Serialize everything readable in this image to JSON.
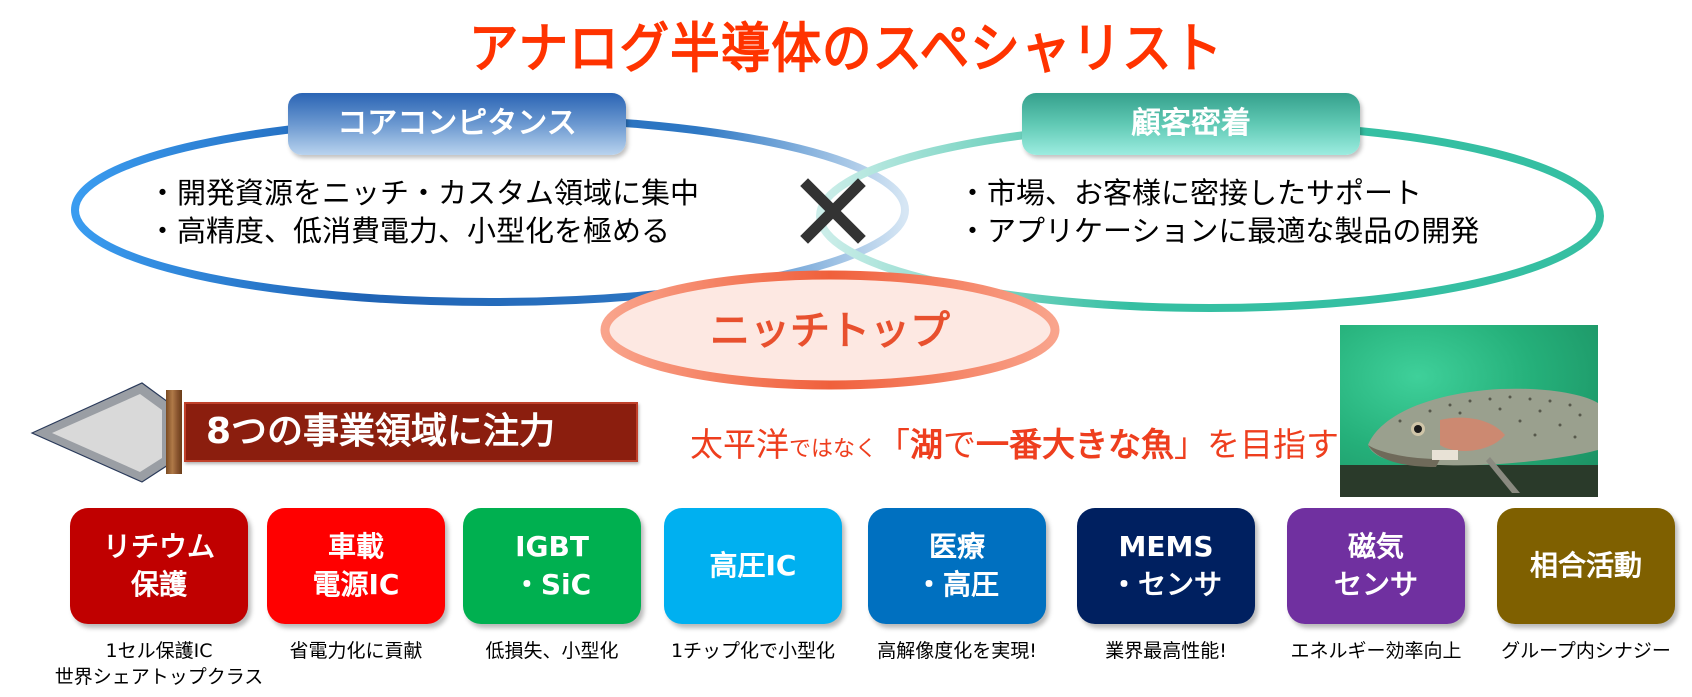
{
  "title": "アナログ半導体のスペシャリスト",
  "core_competence": {
    "label": "コアコンピタンス",
    "bullets": [
      "・開発資源をニッチ・カスタム領域に集中",
      "・高精度、低消費電力、小型化を極める"
    ],
    "color": "#1f63b5"
  },
  "customer_focus": {
    "label": "顧客密着",
    "bullets": [
      "・市場、お客様に密接したサポート",
      "・アプリケーションに最適な製品の開発"
    ],
    "color": "#35bfa2"
  },
  "cross_symbol": "×",
  "niche_top": {
    "label": "ニッチトップ",
    "color": "#e8502e"
  },
  "banner": {
    "label": "8つの事業領域に注力"
  },
  "slogan": {
    "part1": "太平洋",
    "part2": "ではなく",
    "part3": "「",
    "part4": "湖",
    "part5": "で",
    "part6": "一番大きな魚",
    "part7": "」",
    "part8": "を目指す"
  },
  "photo": {
    "subject": "trout-fish-photo"
  },
  "domains": [
    {
      "label_lines": [
        "リチウム",
        "保護"
      ],
      "color": "#c00000",
      "desc_lines": [
        "1セル保護IC",
        "世界シェアトップクラス"
      ]
    },
    {
      "label_lines": [
        "車載",
        "電源IC"
      ],
      "color": "#ff0000",
      "desc_lines": [
        "省電力化に貢献"
      ]
    },
    {
      "label_lines": [
        "IGBT",
        "・SiC"
      ],
      "color": "#00b050",
      "desc_lines": [
        "低損失、小型化"
      ]
    },
    {
      "label_lines": [
        "高圧IC"
      ],
      "color": "#00b0f0",
      "desc_lines": [
        "1チップ化で小型化"
      ]
    },
    {
      "label_lines": [
        "医療",
        "・高圧"
      ],
      "color": "#0070c0",
      "desc_lines": [
        "高解像度化を実現!"
      ]
    },
    {
      "label_lines": [
        "MEMS",
        "・センサ"
      ],
      "color": "#002060",
      "desc_lines": [
        "業界最高性能!"
      ]
    },
    {
      "label_lines": [
        "磁気",
        "センサ"
      ],
      "color": "#7030a0",
      "desc_lines": [
        "エネルギー効率向上"
      ]
    },
    {
      "label_lines": [
        "相合活動"
      ],
      "color": "#7f6000",
      "desc_lines": [
        "グループ内シナジー"
      ]
    }
  ]
}
